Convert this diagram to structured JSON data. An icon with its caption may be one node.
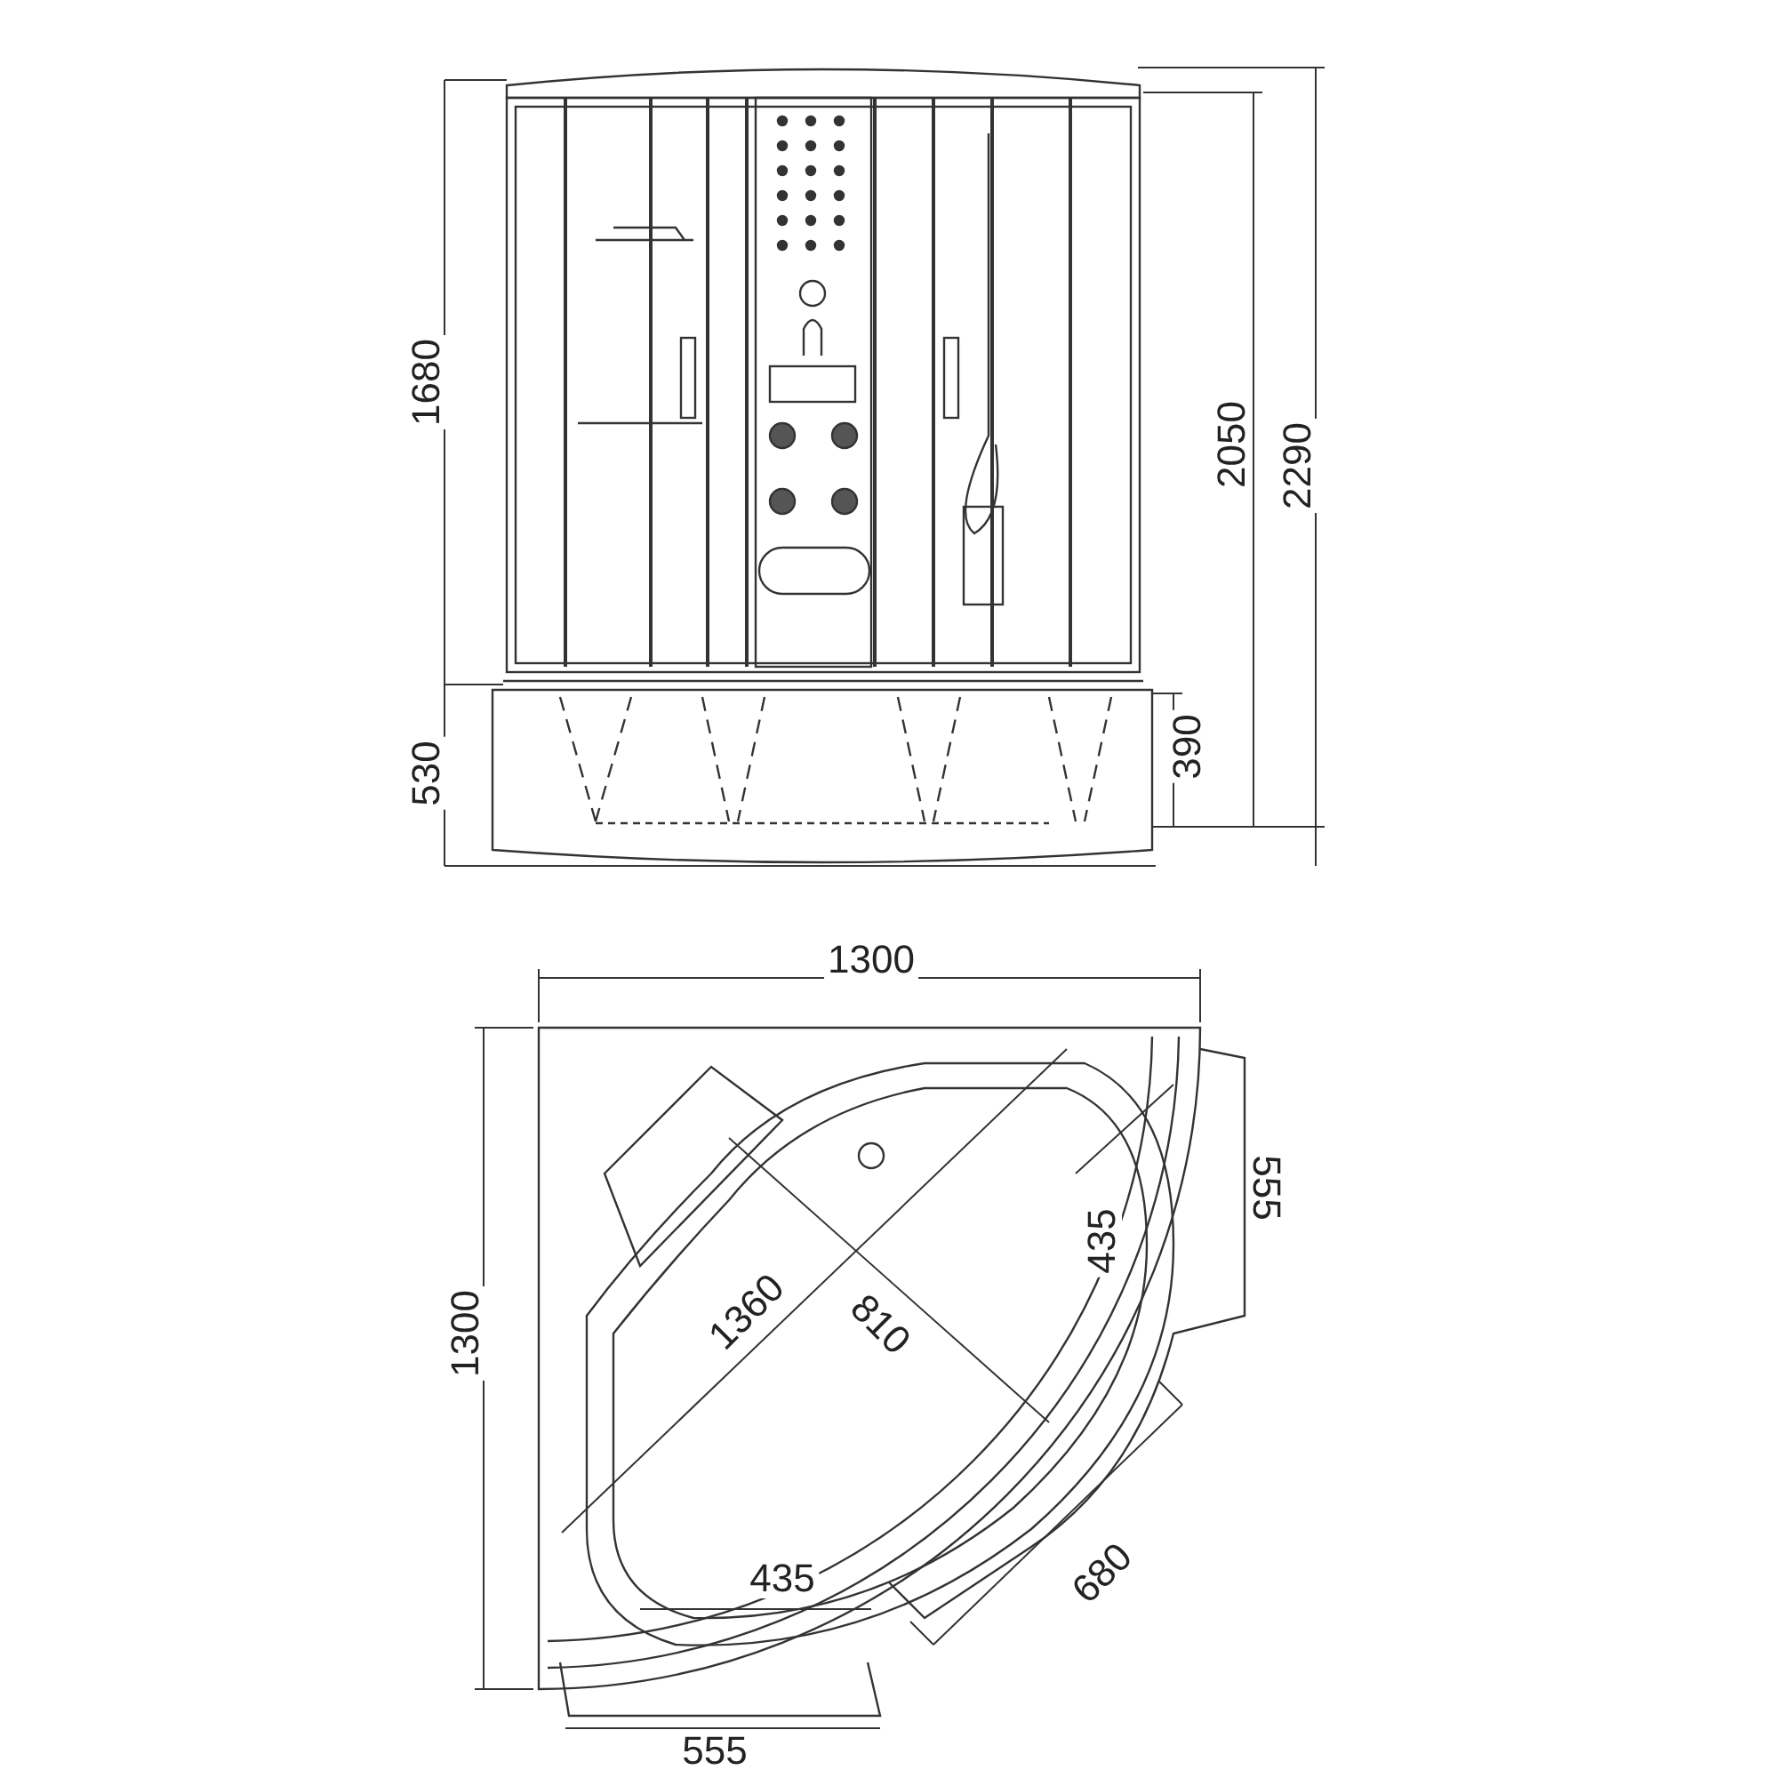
{
  "diagram": {
    "labels": [
      "1680",
      "2050",
      "2290",
      "530",
      "390",
      "1300",
      "1300",
      "555",
      "435",
      "1360",
      "810",
      "435",
      "680",
      "555"
    ]
  }
}
